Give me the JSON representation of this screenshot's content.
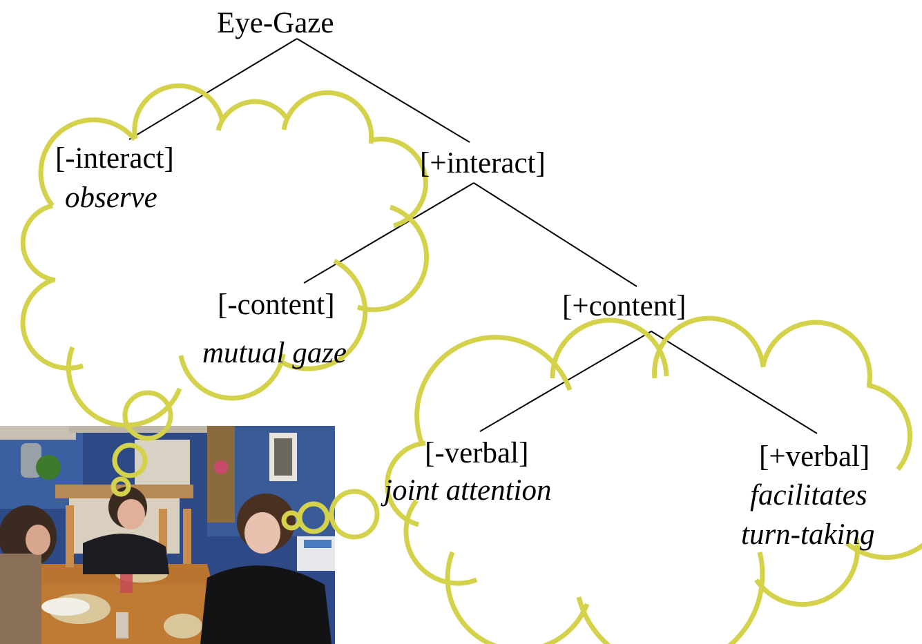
{
  "tree": {
    "root": "Eye-Gaze",
    "minus_interact": "[-interact]",
    "observe": "observe",
    "plus_interact": "[+interact]",
    "minus_content": "[-content]",
    "mutual_gaze": "mutual gaze",
    "plus_content": "[+content]",
    "minus_verbal": "[-verbal]",
    "joint_attention": "joint attention",
    "plus_verbal": "[+verbal]",
    "facilitates": "facilitates",
    "turn_taking": "turn-taking"
  },
  "colors": {
    "cloud_stroke": "#d4d24a",
    "tree_line": "#000000"
  },
  "photo": {
    "description_icon": "dinner-table-photo"
  }
}
